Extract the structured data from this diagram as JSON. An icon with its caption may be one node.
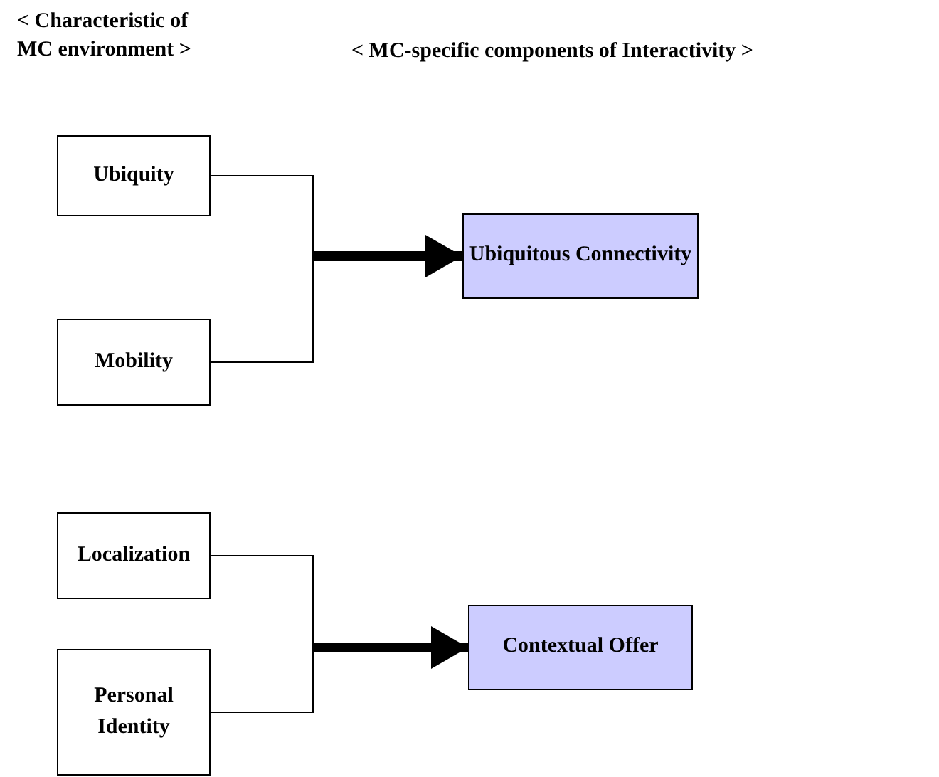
{
  "diagram": {
    "nodes": [
      {
        "text": [
          "Ubiquity"
        ]
      },
      {
        "text": [
          "Mobility"
        ]
      },
      {
        "text": [
          "Ubiquitous Connectivity"
        ]
      },
      {
        "text": [
          "Localization"
        ]
      },
      {
        "text": [
          "Personal Identity"
        ]
      },
      {
        "text": [
          "Contextual Offer"
        ]
      }
    ],
    "edges": [
      {
        "from": 0,
        "to": 2,
        "arrow": "to"
      },
      {
        "from": 1,
        "to": 2,
        "arrow": "to"
      },
      {
        "from": 3,
        "to": 5,
        "arrow": "to"
      },
      {
        "from": 4,
        "to": 5,
        "arrow": "to"
      }
    ],
    "labels": [
      "< Characteristic of MC environment >",
      "< MC-specific components of Interactivity >"
    ]
  }
}
